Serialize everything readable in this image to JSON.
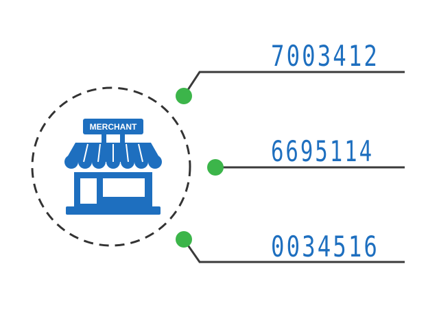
{
  "merchant": {
    "sign_label": "MERCHANT",
    "icon": "storefront-icon"
  },
  "connections": [
    {
      "number": "7003412"
    },
    {
      "number": "6695114"
    },
    {
      "number": "0034516"
    }
  ],
  "colors": {
    "store_blue": "#1e6fbf",
    "number_blue": "#1e6fbf",
    "node_green": "#3cb54a",
    "line": "#3a3a3a",
    "circle_dash": "#333333"
  }
}
